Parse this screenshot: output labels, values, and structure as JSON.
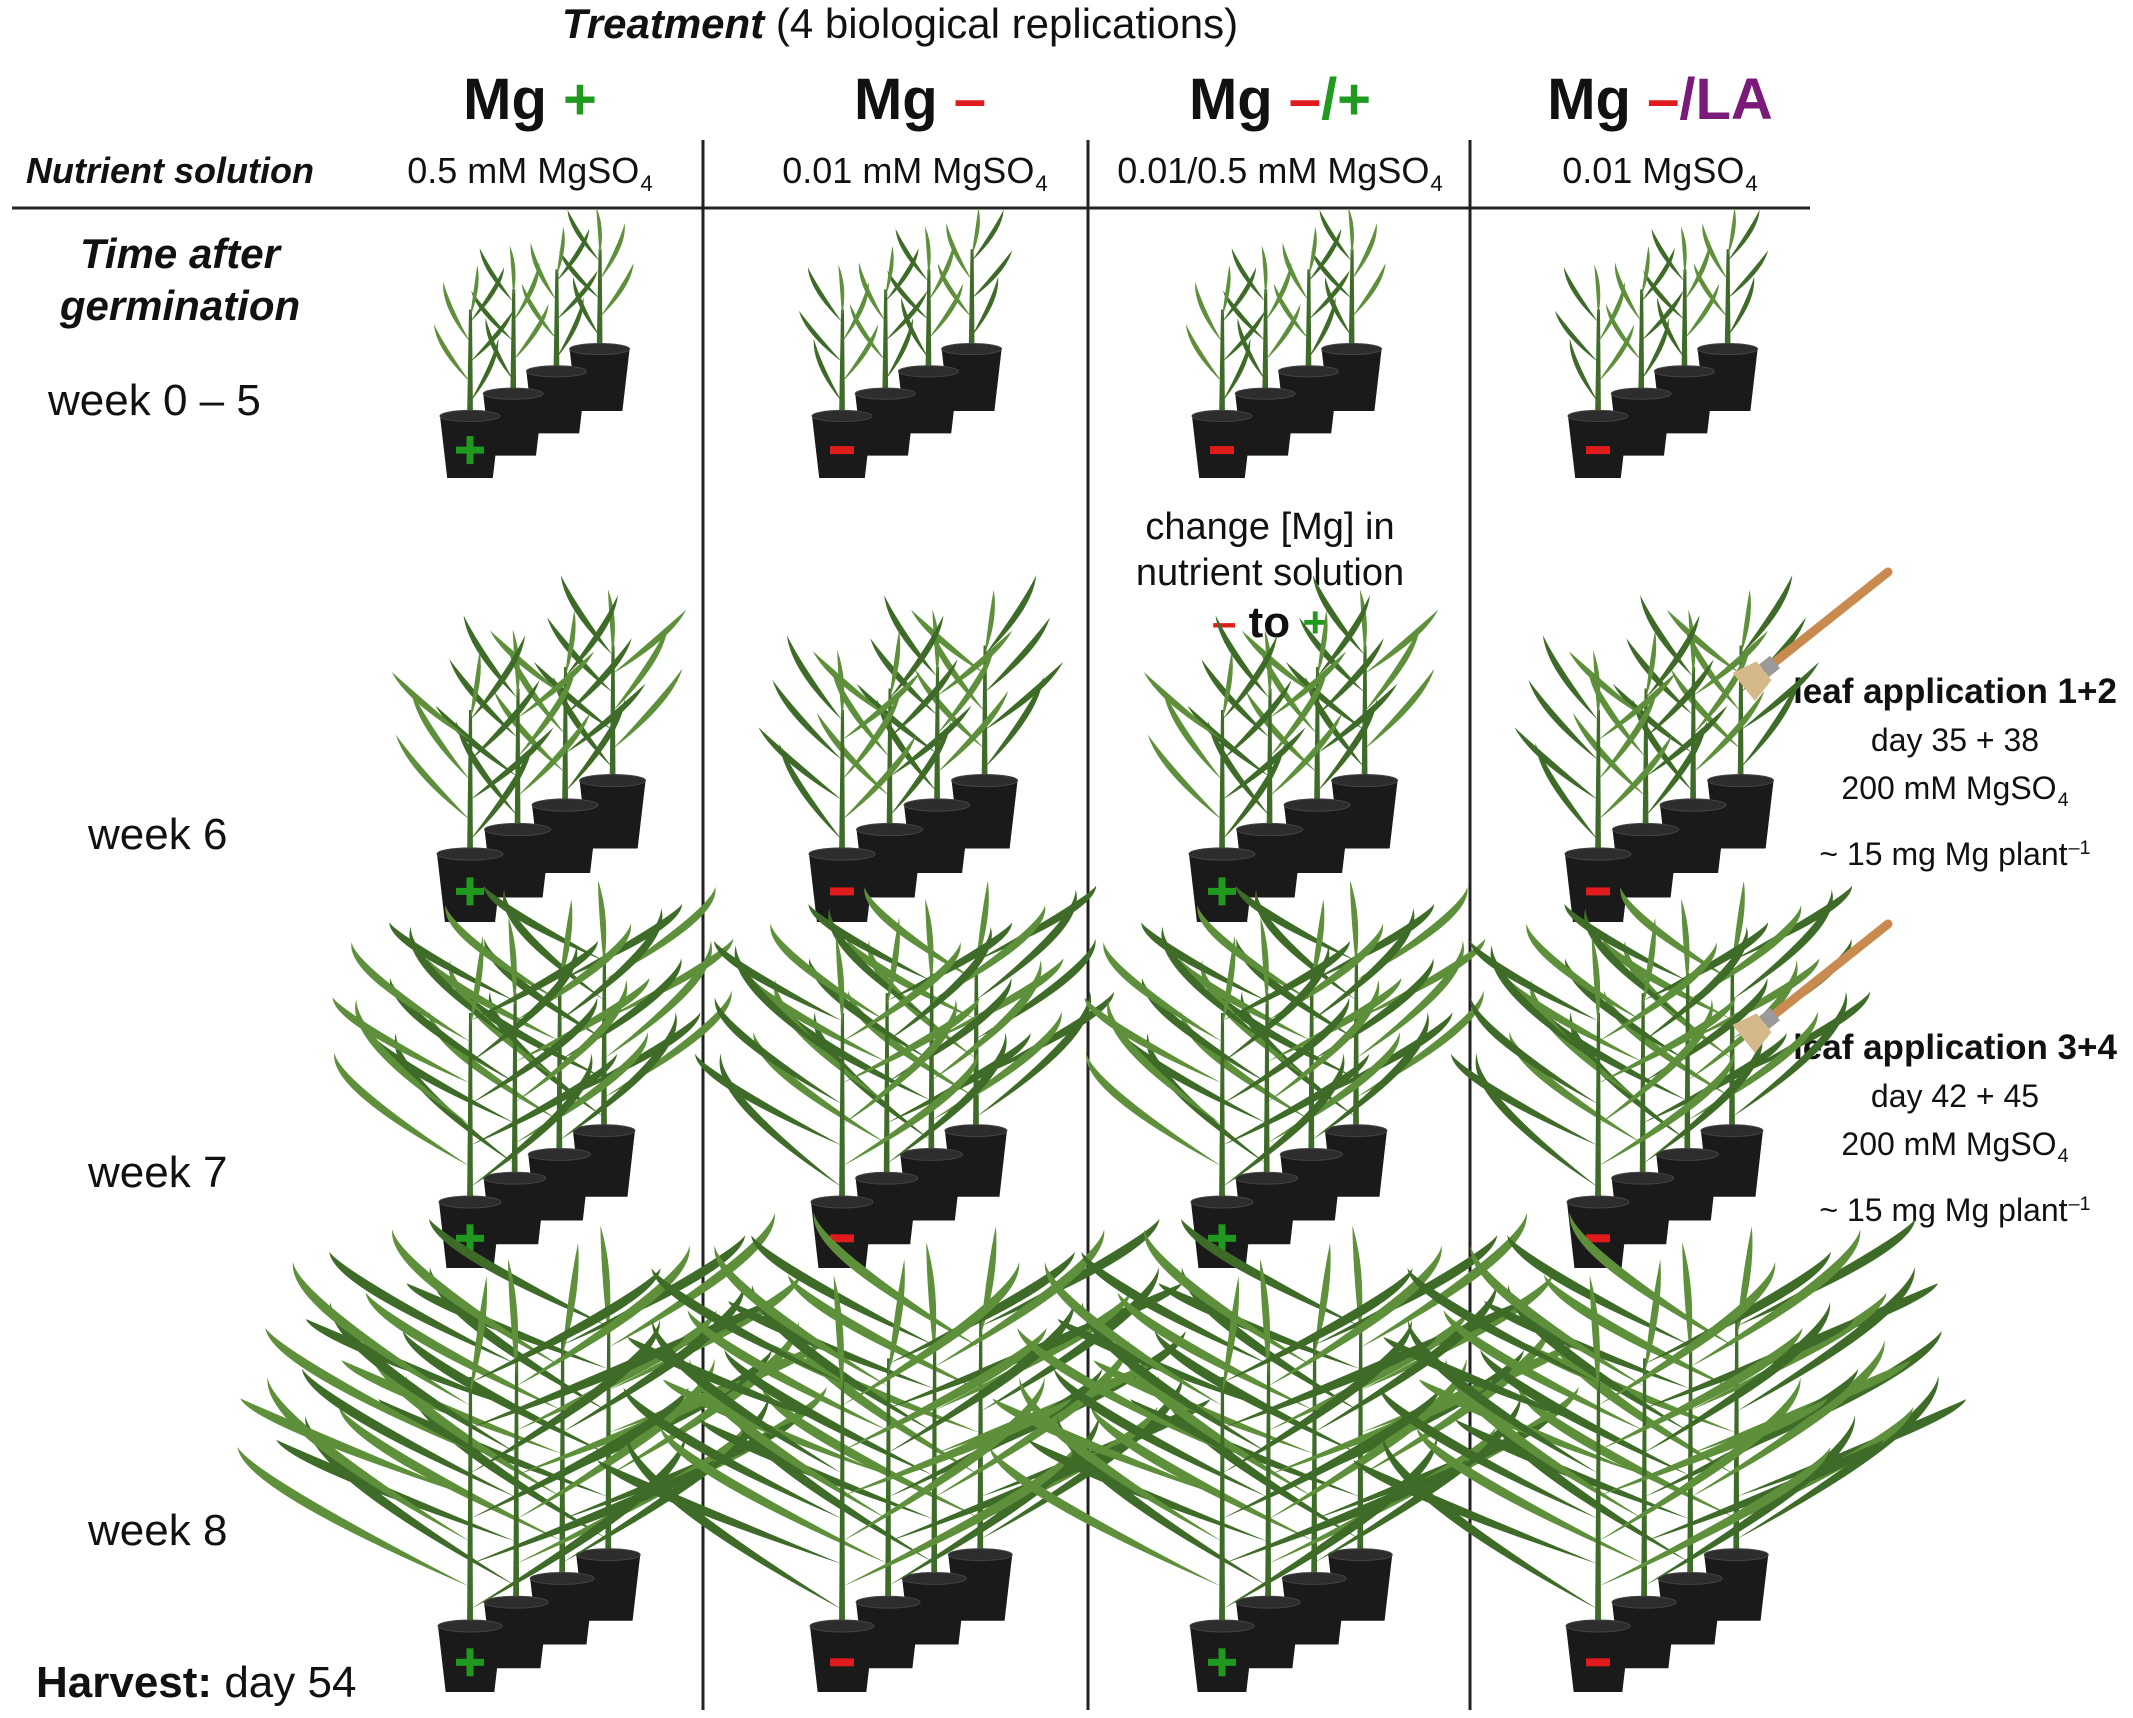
{
  "title": {
    "italic": "Treatment",
    "rest": " (4 biological replications)"
  },
  "treatments": [
    {
      "prefix": "Mg ",
      "sym": "+",
      "sym_color": "#1f9a1f",
      "extra": "",
      "extra_color": "",
      "solution_main": "0.5 mM MgSO",
      "solution_sub": "4",
      "pot_sign": "+"
    },
    {
      "prefix": "Mg ",
      "sym": "–",
      "sym_color": "#e01b1b",
      "extra": "",
      "extra_color": "",
      "solution_main": "0.01 mM MgSO",
      "solution_sub": "4",
      "pot_sign": "–"
    },
    {
      "prefix": "Mg ",
      "sym": "–",
      "sym_color": "#e01b1b",
      "extra": "/+",
      "extra_color": "#1f9a1f",
      "solution_main": "0.01/0.5 mM MgSO",
      "solution_sub": "4",
      "pot_sign": "–"
    },
    {
      "prefix": "Mg ",
      "sym": "–",
      "sym_color": "#e01b1b",
      "extra": "/LA",
      "extra_color": "#7a1a7a",
      "solution_main": "0.01 MgSO",
      "solution_sub": "4",
      "pot_sign": "–"
    }
  ],
  "nutrient_solution_label": "Nutrient solution",
  "time_label": "Time after germination",
  "rows": [
    {
      "label": "week 0 – 5",
      "stage": 1
    },
    {
      "label": "week 6",
      "stage": 2
    },
    {
      "label": "week 7",
      "stage": 3
    },
    {
      "label": "week 8",
      "stage": 4
    }
  ],
  "change_note": {
    "line1": "change [Mg] in",
    "line2": "nutrient solution",
    "from": "–",
    "to_word": " to ",
    "to": "+"
  },
  "leaf_applications": [
    {
      "title": "leaf application 1+2",
      "days": "day 35 + 38",
      "conc": "200 mM MgSO",
      "conc_sub": "4",
      "amount": "~ 15 mg Mg plant",
      "amount_sup": "–1"
    },
    {
      "title": "leaf application 3+4",
      "days": "day 42 + 45",
      "conc": "200 mM MgSO",
      "conc_sub": "4",
      "amount": "~ 15 mg Mg plant",
      "amount_sup": "–1"
    }
  ],
  "harvest": {
    "label": "Harvest:",
    "value": " day 54"
  },
  "colors": {
    "plus": "#1f9a1f",
    "minus": "#e01b1b",
    "la": "#7a1a7a",
    "pot": "#1a1a1a",
    "leaf": "#5e8f3a",
    "leaf_dark": "#3f6b28",
    "brush_handle": "#c98a4f",
    "bristles": "#d6b98a"
  },
  "icons": {
    "plant": "maize-plant-icon",
    "pot": "pot-icon",
    "brush": "paint-brush-icon"
  }
}
